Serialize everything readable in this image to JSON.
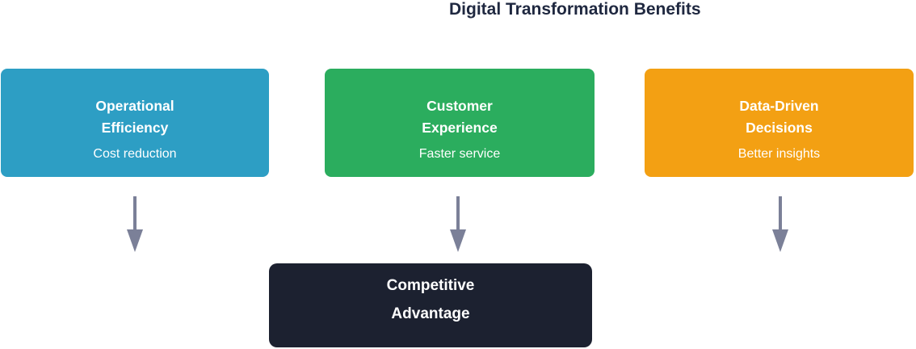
{
  "title": "Digital Transformation Benefits",
  "colors": {
    "title_text": "#1F2840",
    "node_text": "#FFFFFF",
    "blue": "#2D9EC4",
    "green": "#2BAD5E",
    "orange": "#F3A013",
    "dark": "#1C2130",
    "arrow": "#7B8098",
    "background": "#FFFFFF"
  },
  "benefit_nodes": [
    {
      "id": "operational-efficiency",
      "title_line1": "Operational",
      "title_line2": "Efficiency",
      "subtitle": "Cost reduction",
      "color": "#2D9EC4"
    },
    {
      "id": "customer-experience",
      "title_line1": "Customer",
      "title_line2": "Experience",
      "subtitle": "Faster service",
      "color": "#2BAD5E"
    },
    {
      "id": "data-driven-decisions",
      "title_line1": "Data-Driven",
      "title_line2": "Decisions",
      "subtitle": "Better insights",
      "color": "#F3A013"
    }
  ],
  "outcome_node": {
    "id": "competitive-advantage",
    "title_line1": "Competitive",
    "title_line2": "Advantage",
    "color": "#1C2130"
  },
  "arrows": {
    "count": 3,
    "direction": "down",
    "color": "#7B8098"
  }
}
